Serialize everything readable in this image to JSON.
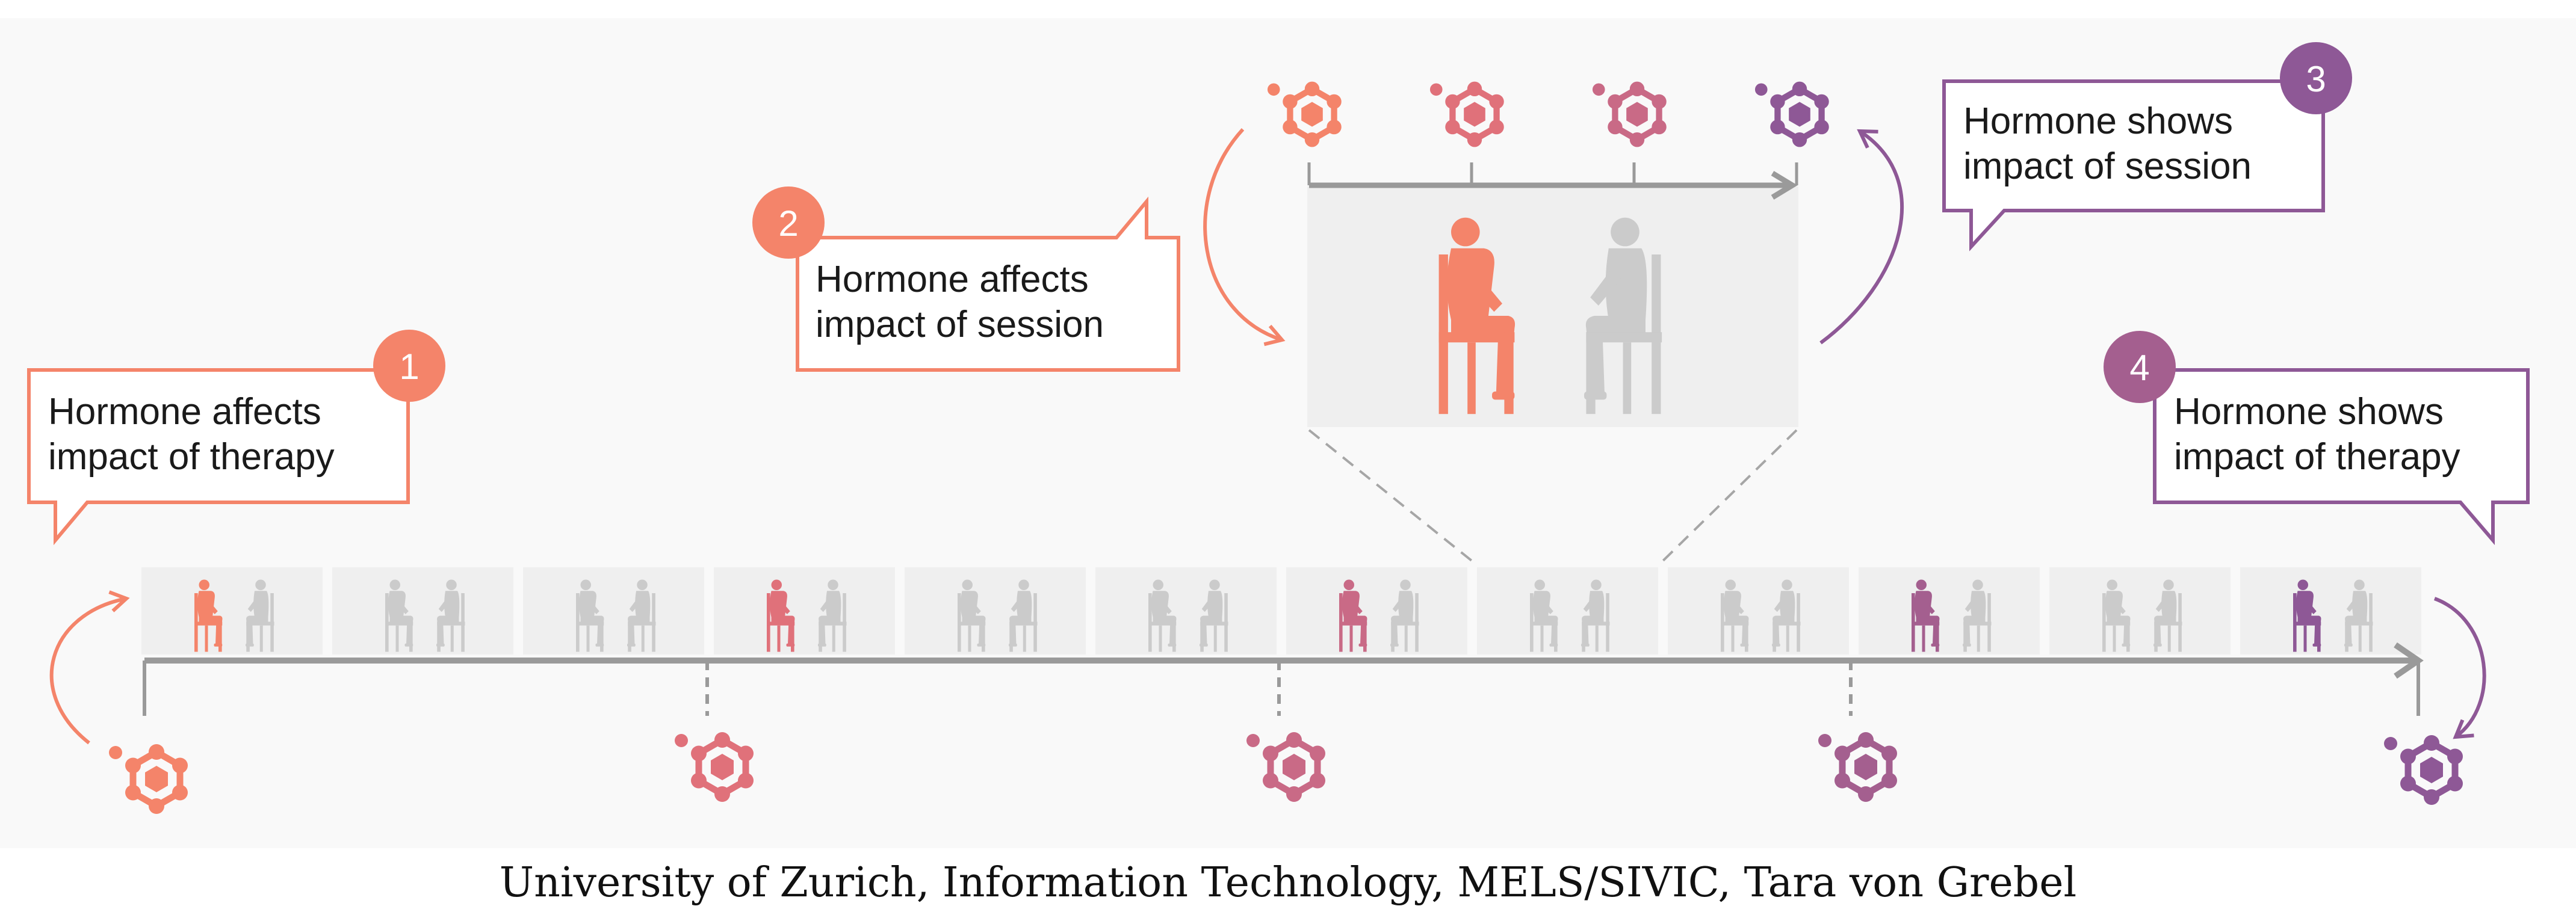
{
  "colors": {
    "stage1": "#f4846a",
    "stage2": "#e0717a",
    "stage3": "#c96a86",
    "stage4": "#a45f8f",
    "stage5": "#8e5896",
    "grey_figure": "#cbcbcb",
    "panel_bg": "#efefef",
    "axis": "#9a9a9a"
  },
  "icons": {
    "hormone": "hormone-molecule-icon",
    "patient": "seated-patient-icon",
    "therapist": "seated-therapist-icon"
  },
  "callouts": [
    {
      "number": "1",
      "line1": "Hormone affects",
      "line2": "impact of therapy"
    },
    {
      "number": "2",
      "line1": "Hormone affects",
      "line2": "impact of session"
    },
    {
      "number": "3",
      "line1": "Hormone shows",
      "line2": "impact of session"
    },
    {
      "number": "4",
      "line1": "Hormone shows",
      "line2": "impact of therapy"
    }
  ],
  "caption": "University of Zurich, Information Technology, MELS/SIVIC, Tara von Grebel"
}
